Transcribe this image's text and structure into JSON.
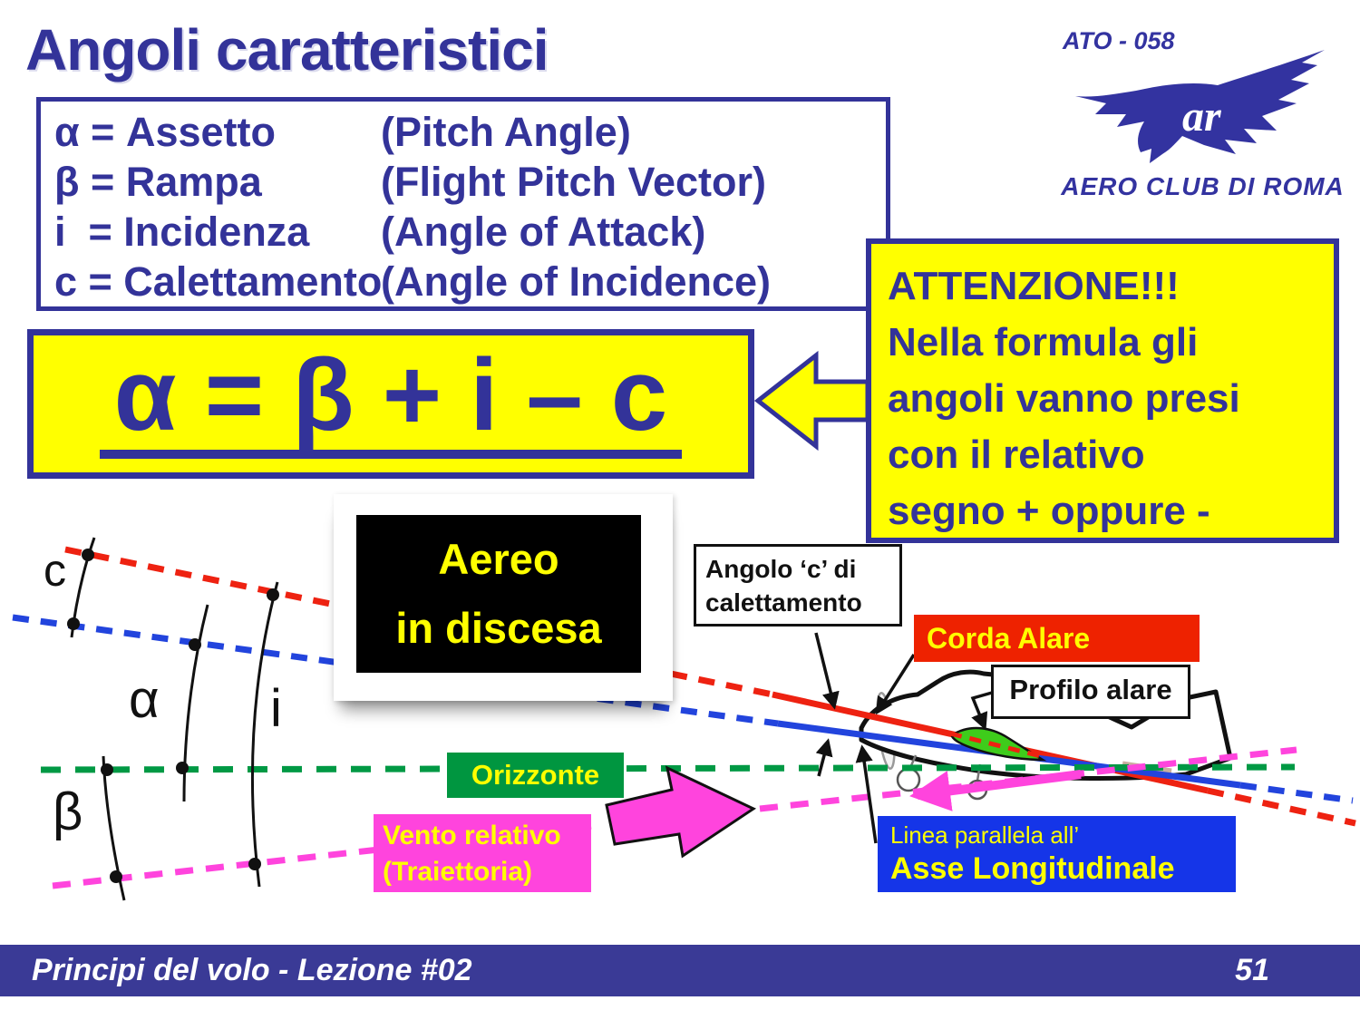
{
  "slide": {
    "title": "Angoli caratteristici",
    "footer": "Principi del volo - Lezione #02",
    "page_number": "51"
  },
  "definitions": {
    "rows": [
      {
        "term": "α = Assetto",
        "english": "(Pitch Angle)"
      },
      {
        "term": "β = Rampa",
        "english": "(Flight Pitch Vector)"
      },
      {
        "term": "i  = Incidenza",
        "english": "(Angle of Attack)"
      },
      {
        "term": "c = Calettamento",
        "english": "(Angle of Incidence)"
      }
    ]
  },
  "logo": {
    "ato": "ATO - 058",
    "club": "AERO CLUB DI ROMA",
    "monogram": "ar"
  },
  "formula": {
    "text": "α = β + i – c"
  },
  "attention": {
    "lines": [
      "ATTENZIONE!!!",
      "Nella formula gli",
      "angoli vanno presi",
      "con il relativo",
      "segno + oppure -"
    ]
  },
  "callout": {
    "line1": "Aereo",
    "line2": "in discesa"
  },
  "diagram": {
    "angle_labels": {
      "c": "c",
      "alpha": "α",
      "i": "i",
      "beta": "β"
    },
    "labels": {
      "angolo_c_line1": "Angolo ‘c’ di",
      "angolo_c_line2": "calettamento",
      "corda_alare": "Corda Alare",
      "profilo_alare": "Profilo alare",
      "orizzonte": "Orizzonte",
      "vento_line1": "Vento relativo",
      "vento_line2": "(Traiettoria)",
      "asse_line1": "Linea parallela all’",
      "asse_line2": "Asse Longitudinale"
    }
  },
  "colors": {
    "primary_blue": "#333399",
    "yellow": "#FFFF00",
    "red": "#EE2200",
    "green": "#009640",
    "magenta": "#FF44DD",
    "bright_blue": "#1535E8",
    "footer_blue": "#3A3A96",
    "logo_blue": "#3333A0"
  }
}
